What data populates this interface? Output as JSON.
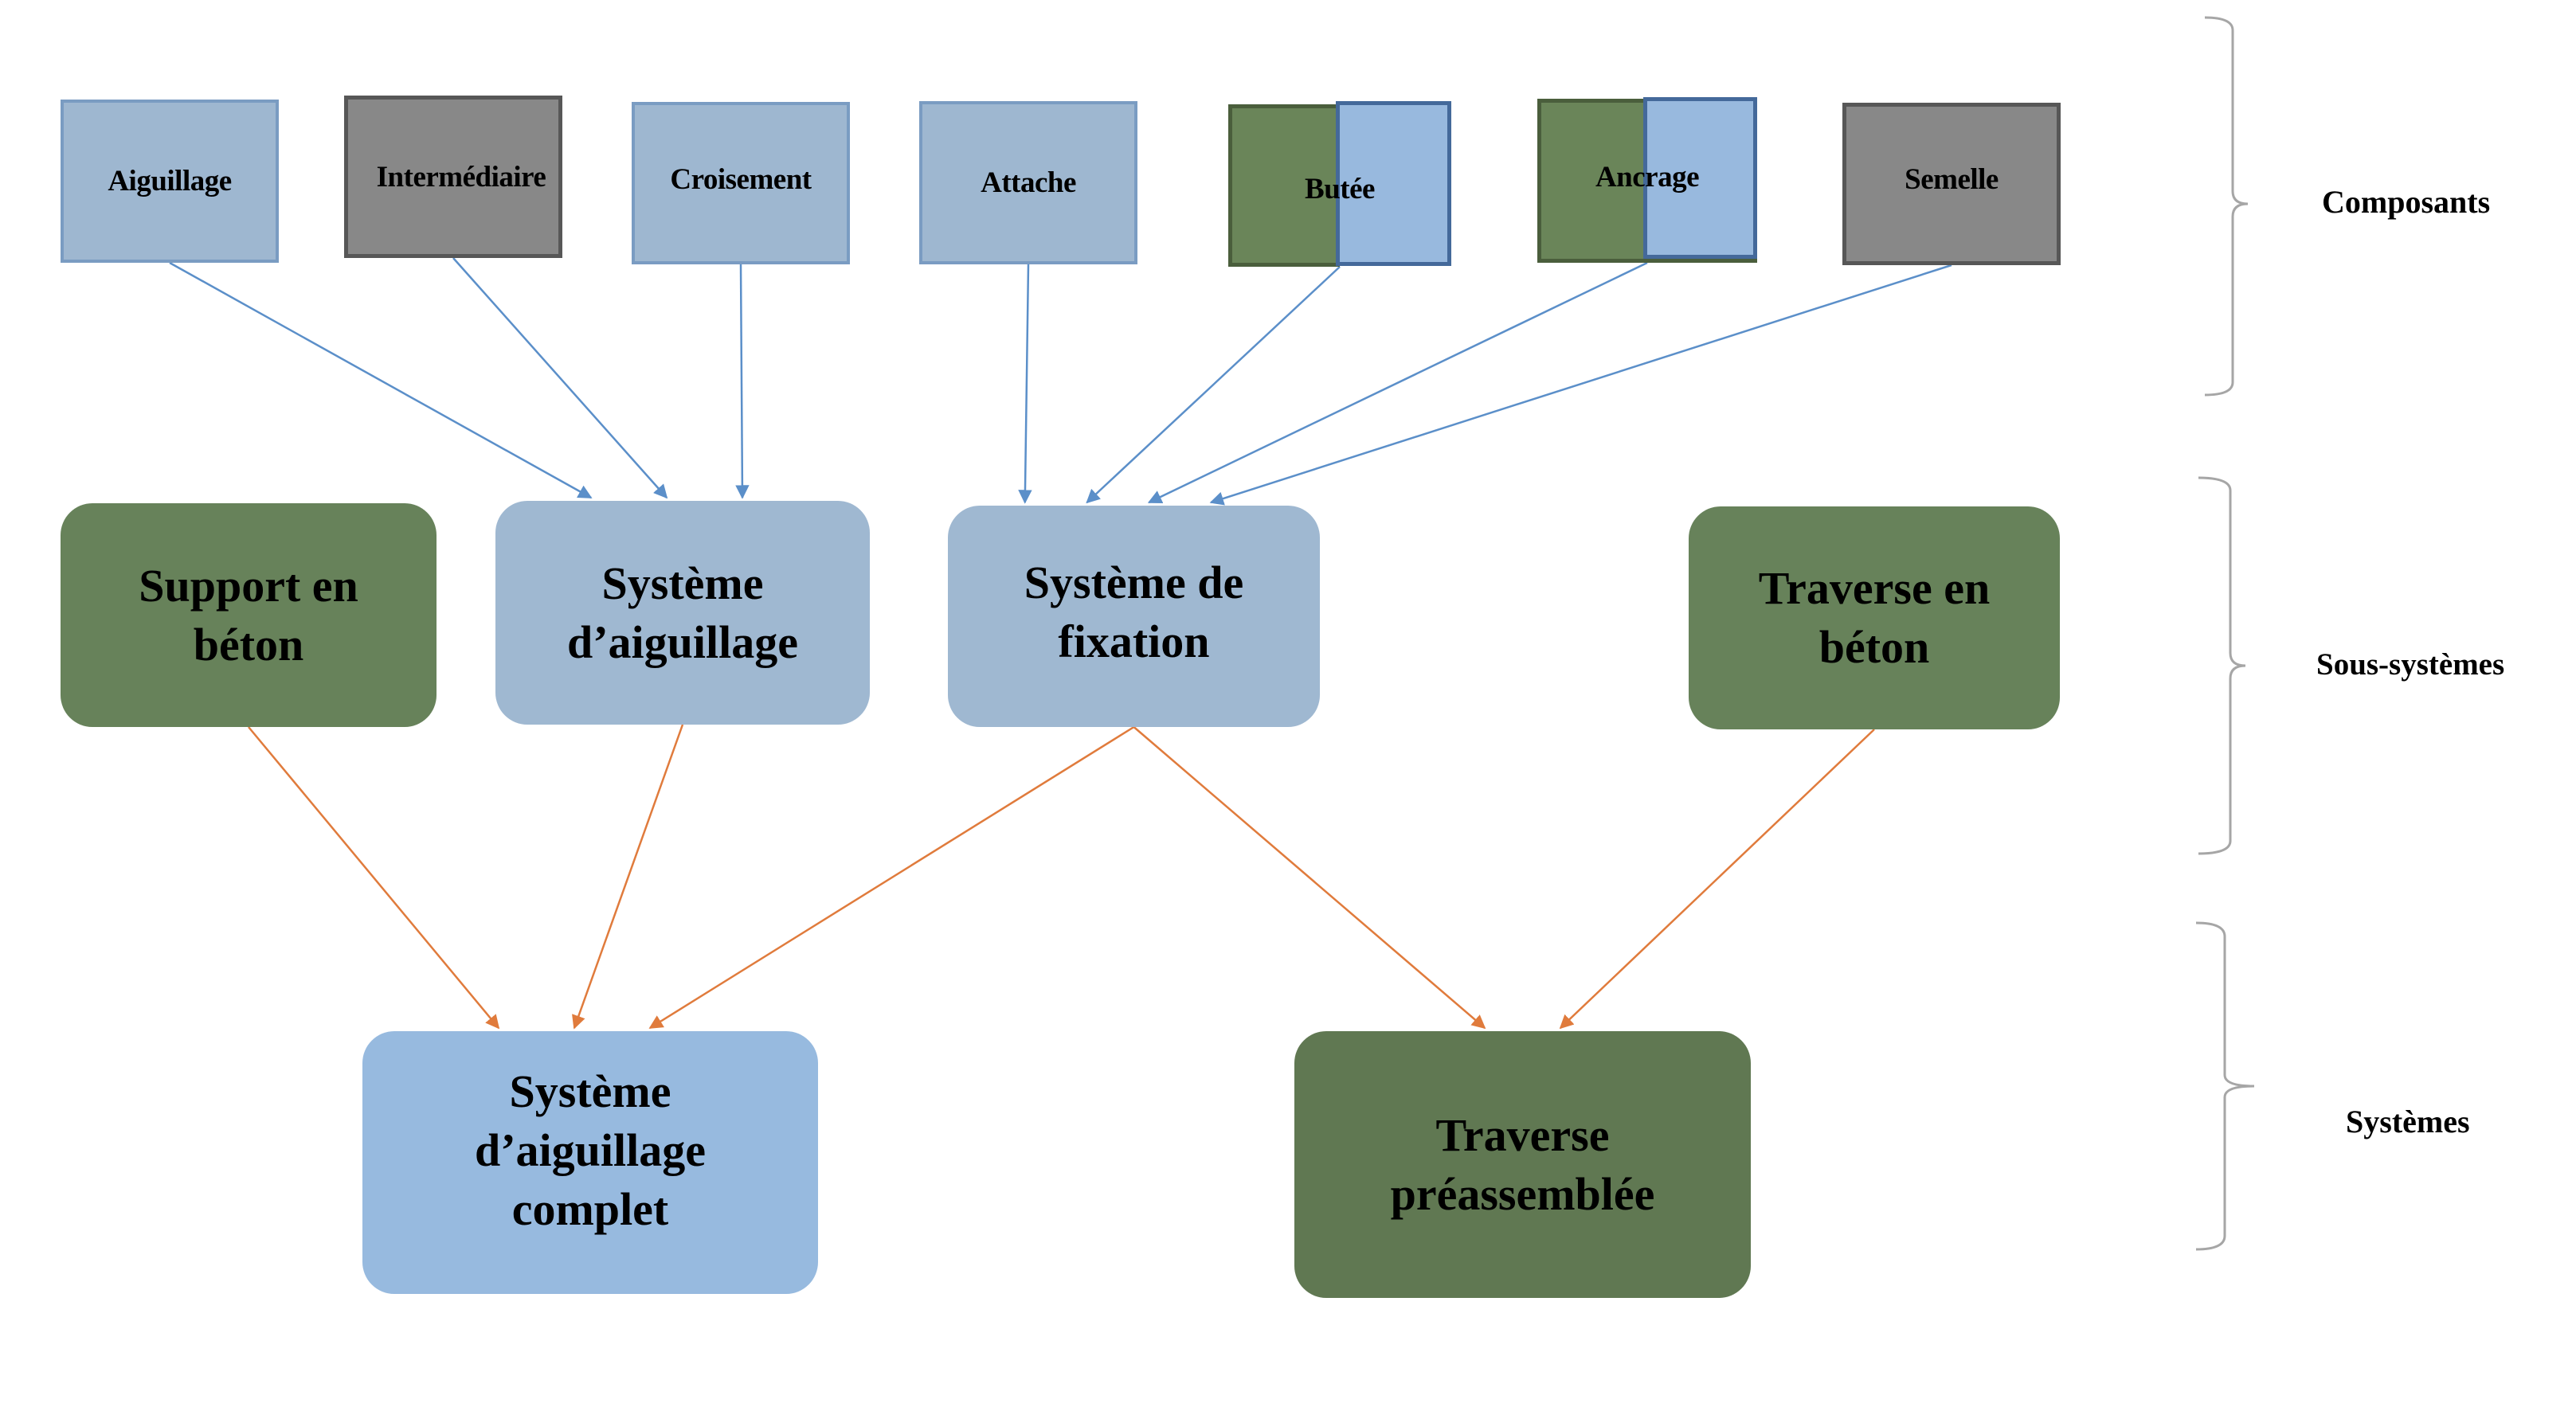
{
  "diagram": {
    "levels": [
      {
        "id": "composants",
        "label": "Composants"
      },
      {
        "id": "sous_systemes",
        "label": "Sous-systèmes"
      },
      {
        "id": "systemes",
        "label": "Systèmes"
      }
    ],
    "components": [
      {
        "id": "aiguillage",
        "label": "Aiguillage",
        "style": "blue"
      },
      {
        "id": "intermediaire",
        "label": "Intermédiaire",
        "style": "gray"
      },
      {
        "id": "croisement",
        "label": "Croisement",
        "style": "blue"
      },
      {
        "id": "attache",
        "label": "Attache",
        "style": "blue"
      },
      {
        "id": "butee",
        "label": "Butée",
        "style": "green-blue"
      },
      {
        "id": "ancrage",
        "label": "Ancrage",
        "style": "green-blue"
      },
      {
        "id": "semelle",
        "label": "Semelle",
        "style": "gray"
      }
    ],
    "subsystems": [
      {
        "id": "support_beton",
        "label_lines": [
          "Support en",
          "béton"
        ],
        "style": "green"
      },
      {
        "id": "sys_aiguillage",
        "label_lines": [
          "Système",
          "d’aiguillage"
        ],
        "style": "blue"
      },
      {
        "id": "sys_fixation",
        "label_lines": [
          "Système de",
          "fixation"
        ],
        "style": "blue"
      },
      {
        "id": "traverse_beton",
        "label_lines": [
          "Traverse en",
          "béton"
        ],
        "style": "green"
      }
    ],
    "systems": [
      {
        "id": "sys_aiguillage_complet",
        "label_lines": [
          "Système",
          "d’aiguillage",
          "complet"
        ],
        "style": "blue"
      },
      {
        "id": "traverse_preassemblee",
        "label_lines": [
          "Traverse",
          "préassemblée"
        ],
        "style": "green"
      }
    ],
    "edges_components_to_subsystems": [
      {
        "from": "aiguillage",
        "to": "sys_aiguillage"
      },
      {
        "from": "intermediaire",
        "to": "sys_aiguillage"
      },
      {
        "from": "croisement",
        "to": "sys_aiguillage"
      },
      {
        "from": "attache",
        "to": "sys_fixation"
      },
      {
        "from": "butee",
        "to": "sys_fixation"
      },
      {
        "from": "ancrage",
        "to": "sys_fixation"
      },
      {
        "from": "semelle",
        "to": "sys_fixation"
      }
    ],
    "edges_subsystems_to_systems": [
      {
        "from": "support_beton",
        "to": "sys_aiguillage_complet"
      },
      {
        "from": "sys_aiguillage",
        "to": "sys_aiguillage_complet"
      },
      {
        "from": "sys_fixation",
        "to": "sys_aiguillage_complet"
      },
      {
        "from": "sys_fixation",
        "to": "traverse_preassemblee"
      },
      {
        "from": "traverse_beton",
        "to": "traverse_preassemblee"
      }
    ],
    "colors": {
      "component_edge": "#5b8fc9",
      "subsystem_edge": "#e07b3c",
      "blue": "#9eb7d0",
      "light_blue": "#97badf",
      "green": "#67825a",
      "dark_green": "#607852",
      "gray": "#888888",
      "brace": "#a6a6a6"
    }
  }
}
